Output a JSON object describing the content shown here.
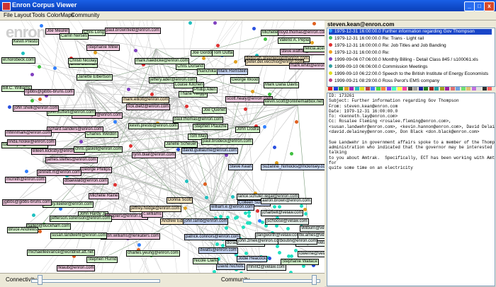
{
  "window": {
    "title": "Enron Corpus Viewer",
    "minimize_label": "_",
    "maximize_label": "□",
    "close_label": "x"
  },
  "menu": [
    "File",
    "Layout",
    "Tools",
    "ColorMaps",
    "Community"
  ],
  "graph": {
    "watermark": "enron",
    "nodes": [
      {
        "label": "Joe Meurer",
        "color": "pink"
      },
      {
        "label": "Chris Long",
        "color": "green"
      },
      {
        "label": "Carrin Nerses",
        "color": "green"
      },
      {
        "label": "paul.brownfield@enron.com",
        "color": "pink"
      },
      {
        "label": "Stephanie Miller",
        "color": "pink"
      },
      {
        "label": "Chris Gorman",
        "color": "green"
      },
      {
        "label": "Kevin Presto",
        "color": "green"
      },
      {
        "label": "Joe Gordon",
        "color": "green"
      },
      {
        "label": "Tom Dutta",
        "color": "green"
      },
      {
        "label": "deborah.greenwood@enron.com",
        "color": "yellow"
      },
      {
        "label": "Michelle Cash",
        "color": "green"
      },
      {
        "label": "lloyd.thomas@enron.com",
        "color": "pink"
      },
      {
        "label": "Valerio A. Pepia",
        "color": "green"
      },
      {
        "label": "steve.walton@enron.com",
        "color": "pink"
      },
      {
        "label": "felicia.acevedo@enron.com",
        "color": "green"
      },
      {
        "label": "el.horobeck.com",
        "color": "green"
      },
      {
        "label": "Christi Nicolay",
        "color": "green"
      },
      {
        "label": "mark.haedicke@enron.com",
        "color": "green"
      },
      {
        "label": "Chris Dorland",
        "color": "green"
      },
      {
        "label": "Nanchika Smith",
        "color": "green"
      },
      {
        "label": "peter.del.vecchio@enron.com",
        "color": "yellow"
      },
      {
        "label": "mark.whitt@enron.com",
        "color": "pink"
      },
      {
        "label": "Mark Remstein",
        "color": "blue"
      },
      {
        "label": "Janette Elbertson",
        "color": "green"
      },
      {
        "label": "jeffery.ader@enron.com",
        "color": "green"
      },
      {
        "label": "George Wood",
        "color": "green"
      },
      {
        "label": "Mark Dana Davis",
        "color": "green"
      },
      {
        "label": "Louise Kitchen",
        "color": "green"
      },
      {
        "label": "bill.C. Williams",
        "color": "green"
      },
      {
        "label": "rgibbs@gibbs-bruns.com",
        "color": "pink"
      },
      {
        "label": "mark.elliott@enron.com",
        "color": "yellow"
      },
      {
        "label": "rick.dietz@enron.com",
        "color": "pink"
      },
      {
        "label": "Thane Twiggs",
        "color": "green"
      },
      {
        "label": "Phillip Allen",
        "color": "green"
      },
      {
        "label": "scott.healy@enron.com",
        "color": "pink"
      },
      {
        "label": "kevin.scott@onlinemailbox.net",
        "color": "green"
      },
      {
        "label": "robert.knight@enron.com",
        "color": "pink"
      },
      {
        "label": "john.zufferli@enron.com",
        "color": "green"
      },
      {
        "label": "Joe Quenet",
        "color": "green"
      },
      {
        "label": "paul.thomas@enron.com",
        "color": "green"
      },
      {
        "label": "john.shelk@enron.com",
        "color": "pink"
      },
      {
        "label": "richard.sanders@enron.com",
        "color": "pink"
      },
      {
        "label": "kevin.presto@enron.com",
        "color": "green"
      },
      {
        "label": "Stephen Plauche",
        "color": "green"
      },
      {
        "label": "mfinnmark@enron.com",
        "color": "pink"
      },
      {
        "label": "tom.dwyer@enron.com",
        "color": "green"
      },
      {
        "label": "Tom May",
        "color": "green"
      },
      {
        "label": "John Llodra",
        "color": "green"
      },
      {
        "label": "linda.noske@enron.com",
        "color": "pink"
      },
      {
        "label": "Charles Weldon",
        "color": "green"
      },
      {
        "label": "eileen.kicksby@enron.com",
        "color": "pink"
      },
      {
        "label": "lynn.blair@enron.com",
        "color": "pink"
      },
      {
        "label": "chris.gaskill@enron.com",
        "color": "green"
      },
      {
        "label": "paul.brodeck@enron.com",
        "color": "green"
      },
      {
        "label": "Janelle Scheuer",
        "color": "green"
      },
      {
        "label": "james.steffes@enron.com",
        "color": "pink"
      },
      {
        "label": "George Phillips",
        "color": "pink"
      },
      {
        "label": "david.guillaume@enron.com",
        "color": "blue"
      },
      {
        "label": "Steve Kean",
        "color": "blue"
      },
      {
        "label": "Suzanne_Nimocks@mckinsey.com",
        "color": "blue"
      },
      {
        "label": "jennett.m@enron.com",
        "color": "pink"
      },
      {
        "label": "Michelle Raine",
        "color": "pink"
      },
      {
        "label": "Donna Scott",
        "color": "yellow"
      },
      {
        "label": "jeffrey.hodge@enron.com",
        "color": "yellow"
      },
      {
        "label": "mcmith@enron.com",
        "color": "pink"
      },
      {
        "label": "dbaewald@enron.com",
        "color": "pink"
      },
      {
        "label": "jeffrey.keeler@enron.com",
        "color": "green"
      },
      {
        "label": "jgibbs@gibbs-bruns.com",
        "color": "pink"
      },
      {
        "label": "lance.schuler-legal@enron.com",
        "color": "white"
      },
      {
        "label": "Colleen Sullivan",
        "color": "blue"
      },
      {
        "label": "william.e.@enron.com",
        "color": "blue"
      },
      {
        "label": "aaron.brown@enron.com",
        "color": "white"
      },
      {
        "label": "John Hardy Jr.",
        "color": "green"
      },
      {
        "label": "phaplers@enron.com",
        "color": "pink"
      },
      {
        "label": "c.williams",
        "color": "pink"
      },
      {
        "label": "jefferson.sorenson@enron.com",
        "color": "green"
      },
      {
        "label": "Andrew Edison",
        "color": "yellow"
      },
      {
        "label": "john.lamb@enron.com",
        "color": "blue"
      },
      {
        "label": "tjallen@buckham.com",
        "color": "green"
      },
      {
        "label": "Bruce Andrews",
        "color": "green"
      },
      {
        "label": "jcharbell@velaw.com",
        "color": "white"
      },
      {
        "label": "jschoose@velaw.com",
        "color": "white"
      },
      {
        "label": "Wilburn@velaw.com",
        "color": "white"
      },
      {
        "label": "justin.williams@lenkaters.com",
        "color": "pink"
      },
      {
        "label": "susan.landwehr@enron.com",
        "color": "green"
      },
      {
        "label": "patrick.connors@enron.com",
        "color": "blue"
      },
      {
        "label": "jlangworth@velaw.com",
        "color": "white"
      },
      {
        "label": "ltw.ames@velaw.com",
        "color": "white"
      },
      {
        "label": "dcradk@velaw.com",
        "color": "white"
      },
      {
        "label": "dmorgan@velaw.com",
        "color": "white"
      },
      {
        "label": "charles.yeung@enron.com",
        "color": "green"
      },
      {
        "label": "michaelleevance@worldnet.att.net",
        "color": "green"
      },
      {
        "label": "dwatts@enron.com",
        "color": "blue"
      },
      {
        "label": "lowerne@velaw.com",
        "color": "white"
      },
      {
        "label": "Stephen Hurrid",
        "color": "green"
      },
      {
        "label": "Nicole Clark",
        "color": "green"
      },
      {
        "label": "Stephanie Wallace",
        "color": "green"
      },
      {
        "label": "David Nichols",
        "color": "blue"
      },
      {
        "label": "fklaub@enron.com",
        "color": "pink"
      },
      {
        "label": "Jodie Heacock",
        "color": "blue"
      },
      {
        "label": "john.zmek@enron.com",
        "color": "white"
      },
      {
        "label": "tboutin@enron.com",
        "color": "white"
      },
      {
        "label": "mhintz@velaw.com",
        "color": "white"
      }
    ]
  },
  "controls": {
    "connectivity_label": "Connectivity",
    "community_label": "Community",
    "connectivity_level": 0.05,
    "community_level": 0.95
  },
  "inspector": {
    "person": "steven.kean@enron.com",
    "emails": [
      {
        "text": "1979-12-31 16:00:00.0 Further information regarding Gov Thompson",
        "selected": true,
        "color": "#2aa0ff"
      },
      {
        "text": "1979-12-31 16:00:00.0 Re: Trans - Light rail",
        "selected": false,
        "color": "#40c060"
      },
      {
        "text": "1979-12-31 16:00:00.0 Re: Job Titles and Job Banding",
        "selected": false,
        "color": "#e03030"
      },
      {
        "text": "1979-12-31 16:00:00.0 Re: ",
        "selected": false,
        "color": "#f0a020"
      },
      {
        "text": "1999-09-06 07:06:00.0 Monthly Billing - Detail Class 845 / s100061.xls",
        "selected": false,
        "color": "#8040c0"
      },
      {
        "text": "1999-09-10 06:06:00.0 Commission Meetings",
        "selected": false,
        "color": "#30a0a0"
      },
      {
        "text": "1999-09-10 06:22:00.0 Speech to the British Institute of Energy Economists",
        "selected": false,
        "color": "#e0e020"
      },
      {
        "text": "1999-09-21 08:29:00.0 Ross Perot's EMS company",
        "selected": false,
        "color": "#c04080"
      }
    ],
    "palette": [
      "#e02020",
      "#2040e0",
      "#20a040",
      "#e0a020",
      "#a020c0",
      "#20c0c0",
      "#e0e020",
      "#c04040",
      "#4080ff",
      "#40e040",
      "#ff8040",
      "#8040ff",
      "#40ffc0",
      "#ffff40",
      "#ff40a0",
      "#404040",
      "#a0a0a0",
      "#2020a0",
      "#208020",
      "#a02020",
      "#20a0a0",
      "#a0a020",
      "#a020a0",
      "#e07070",
      "#70a0e0",
      "#70e070",
      "#e0c070",
      "#c070e0",
      "#e0e0e0",
      "#303030",
      "#ff6060"
    ],
    "body": [
      "ID: 173261",
      "Subject: Further information regarding Gov Thompson",
      "From: steven.kean@enron.com",
      "Date: 1979-12-31 16:00:00.0",
      "To: <kenneth.lay@enron.com>",
      "Cc: Rosalee Fleming <rosalee.fleming@enron.com>,",
      "<susan.landwehr@enron.com>, <kevin.hannon@enron.com>, David Delainey",
      "<david.delainey@enron.com>, Don Black <don.black@enron.com>",
      "",
      "Sue Landwehr in government affairs spoke to a member of the Thompson",
      "administration who indicated that the governor may be interested in",
      "talking",
      "to you about Amtrak.  Specifically, ECT has been working with Amtrak",
      "for",
      "quite some time on an electricity"
    ]
  }
}
